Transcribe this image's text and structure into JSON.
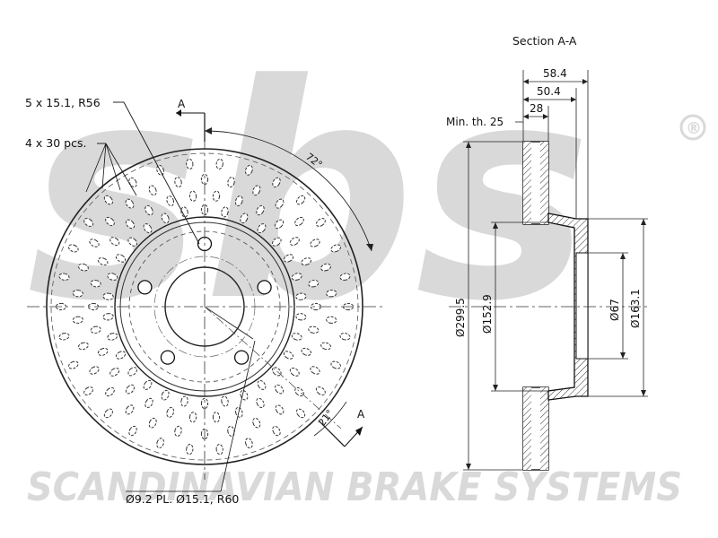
{
  "watermark": {
    "logo_text": "sbs",
    "registered_mark": "®",
    "brand_line": "SCANDINAVIAN BRAKE SYSTEMS"
  },
  "front_view": {
    "bolt_spec": "5 x 15.1, R56",
    "hole_rows_spec": "4 x 30 pcs.",
    "section_mark": "A",
    "section_mark_lower": "A",
    "angle_bolt": "72°",
    "angle_section": "21°",
    "small_holes_spec": "Ø9.2 PL. Ø15.1, R60"
  },
  "section_view": {
    "title": "Section A-A",
    "min_thickness": "Min. th. 25",
    "dim_total_height": "58.4",
    "dim_hat_height": "50.4",
    "dim_thickness": "28",
    "dia_outer": "Ø299.5",
    "dia_inner": "Ø152.9",
    "dia_center_bore": "Ø67",
    "dia_hat": "Ø163.1"
  }
}
